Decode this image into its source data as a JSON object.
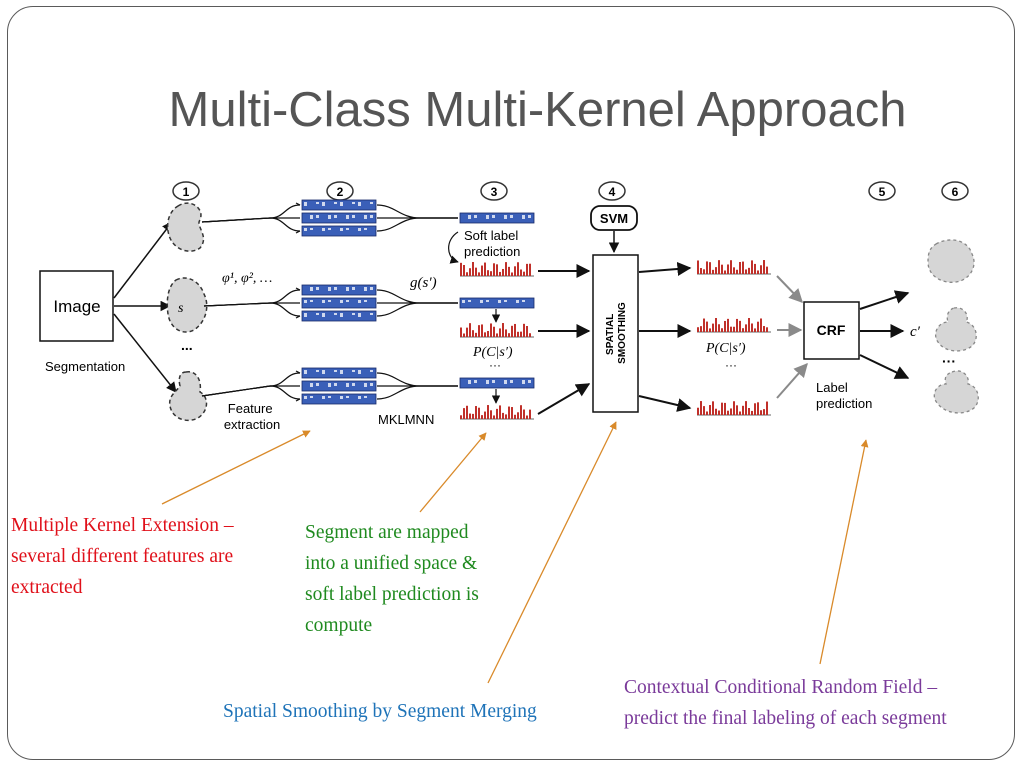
{
  "title": "Multi-Class Multi-Kernel Approach",
  "colors": {
    "red_annotation": "#e0101a",
    "green_annotation": "#1f8a1f",
    "blue_annotation": "#1e73b8",
    "purple_annotation": "#7a3a9a",
    "arrow_orange": "#d98a2a",
    "feature_blue": "#3a5fb8",
    "histogram_red": "#c0302a"
  },
  "diagram": {
    "steps": [
      "1",
      "2",
      "3",
      "4",
      "5",
      "6"
    ],
    "image_label": "Image",
    "segmentation_label": "Segmentation",
    "segment_symbol": "s",
    "segment_prime": "′",
    "phi_label": "φ¹, φ², …",
    "feature_extraction": [
      "Feature",
      "extraction"
    ],
    "soft_label": [
      "Soft label",
      "prediction"
    ],
    "g_label": "g(s′)",
    "p_label_left": "P(C|s′)",
    "mklmnn_label": "MKLMNN",
    "svm_label": "SVM",
    "spatial_smoothing": [
      "SPATIAL",
      "SMOOTHING"
    ],
    "p_label_right": "P(C|s′)",
    "crf_label": "CRF",
    "c_label": "c′",
    "label_prediction": [
      "Label",
      "prediction"
    ],
    "ellipsis": "···",
    "ellipsis_dots": "..."
  },
  "annotations": {
    "red": [
      "Multiple Kernel Extension –",
      "several different features are",
      "extracted"
    ],
    "green": [
      "Segment are mapped",
      "into a unified space &",
      "soft label prediction is",
      "compute"
    ],
    "blue": [
      "Spatial Smoothing by Segment Merging"
    ],
    "purple": [
      "Contextual Conditional Random Field –",
      "predict the final labeling of each segment"
    ]
  }
}
